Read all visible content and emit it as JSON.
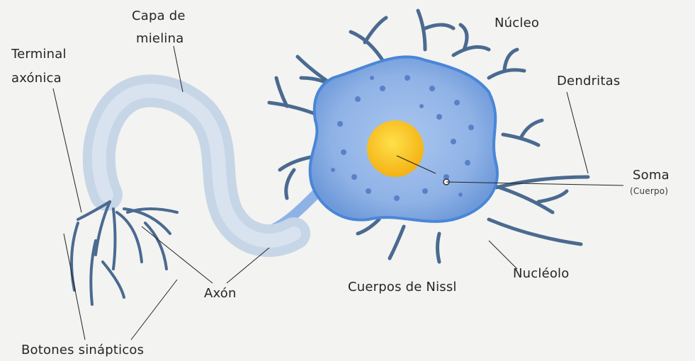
{
  "labels": {
    "capa_mielina": [
      "Capa de",
      "mielina"
    ],
    "terminal_axonica": [
      "Terminal",
      "axónica"
    ],
    "nucleo": "Núcleo",
    "dendritas": "Dendritas",
    "soma": "Soma",
    "soma_sub": "(Cuerpo)",
    "axon": "Axón",
    "cuerpos_nissl": "Cuerpos de Nissl",
    "nucleolo": "Nucléolo",
    "botones_sinapticos": "Botones sinápticos"
  },
  "colors": {
    "background": "#f3f3f1",
    "soma_fill": "#8fb2e6",
    "soma_edge": "#4a86d8",
    "nissl": "#5a80c8",
    "nucleus": "#f7c21e",
    "myelin": "#c9d8e6",
    "dendrite": "#3f5f86",
    "leader": "#222222"
  }
}
